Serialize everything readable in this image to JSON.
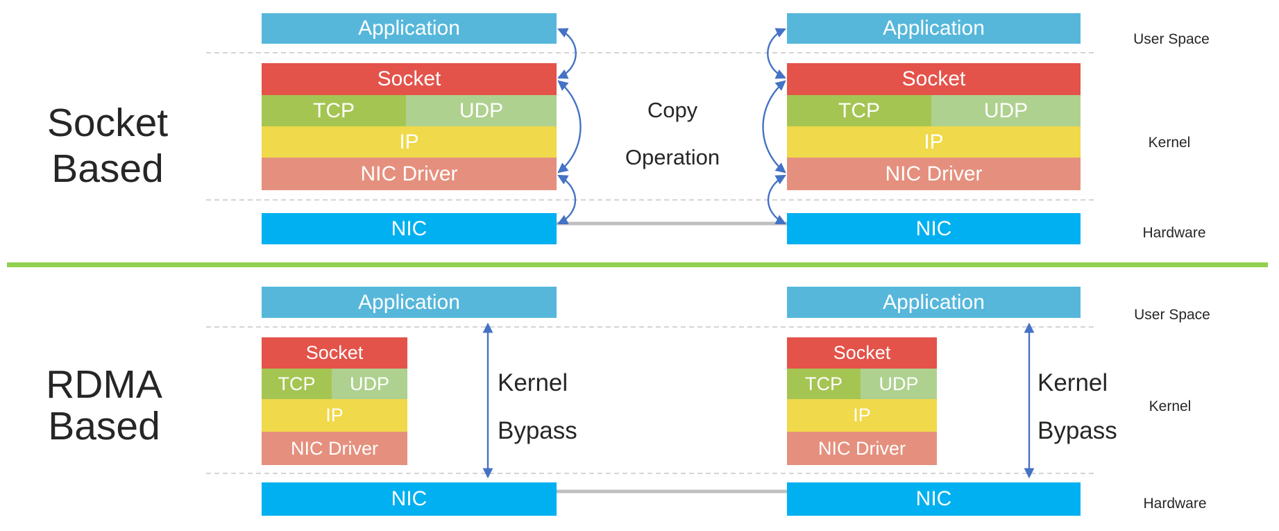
{
  "colors": {
    "app_blue": "#56B7DB",
    "socket_red": "#E3534A",
    "tcp_green": "#A5C553",
    "udp_green": "#AFD18F",
    "ip_yellow": "#F0D94A",
    "driver_salmon": "#E5907E",
    "nic_blue": "#00B0F0",
    "divider_green": "#92D050",
    "arrow_blue": "#4472C4",
    "connector_gray": "#BFBFBF",
    "dashed_gray": "#C6C6C6",
    "text_dark": "#262626"
  },
  "socket_section": {
    "title_line1": "Socket",
    "title_line2": "Based",
    "annotation_line1": "Copy",
    "annotation_line2": "Operation",
    "zone_user": "User Space",
    "zone_kernel": "Kernel",
    "zone_hardware": "Hardware",
    "left_stack": {
      "application": "Application",
      "socket": "Socket",
      "tcp": "TCP",
      "udp": "UDP",
      "ip": "IP",
      "nic_driver": "NIC Driver",
      "nic": "NIC"
    },
    "right_stack": {
      "application": "Application",
      "socket": "Socket",
      "tcp": "TCP",
      "udp": "UDP",
      "ip": "IP",
      "nic_driver": "NIC Driver",
      "nic": "NIC"
    }
  },
  "rdma_section": {
    "title_line1": "RDMA",
    "title_line2": "Based",
    "bypass_left_line1": "Kernel",
    "bypass_left_line2": "Bypass",
    "bypass_right_line1": "Kernel",
    "bypass_right_line2": "Bypass",
    "zone_user": "User Space",
    "zone_kernel": "Kernel",
    "zone_hardware": "Hardware",
    "left_stack": {
      "application": "Application",
      "socket": "Socket",
      "tcp": "TCP",
      "udp": "UDP",
      "ip": "IP",
      "nic_driver": "NIC Driver",
      "nic": "NIC"
    },
    "right_stack": {
      "application": "Application",
      "socket": "Socket",
      "tcp": "TCP",
      "udp": "UDP",
      "ip": "IP",
      "nic_driver": "NIC Driver",
      "nic": "NIC"
    }
  }
}
